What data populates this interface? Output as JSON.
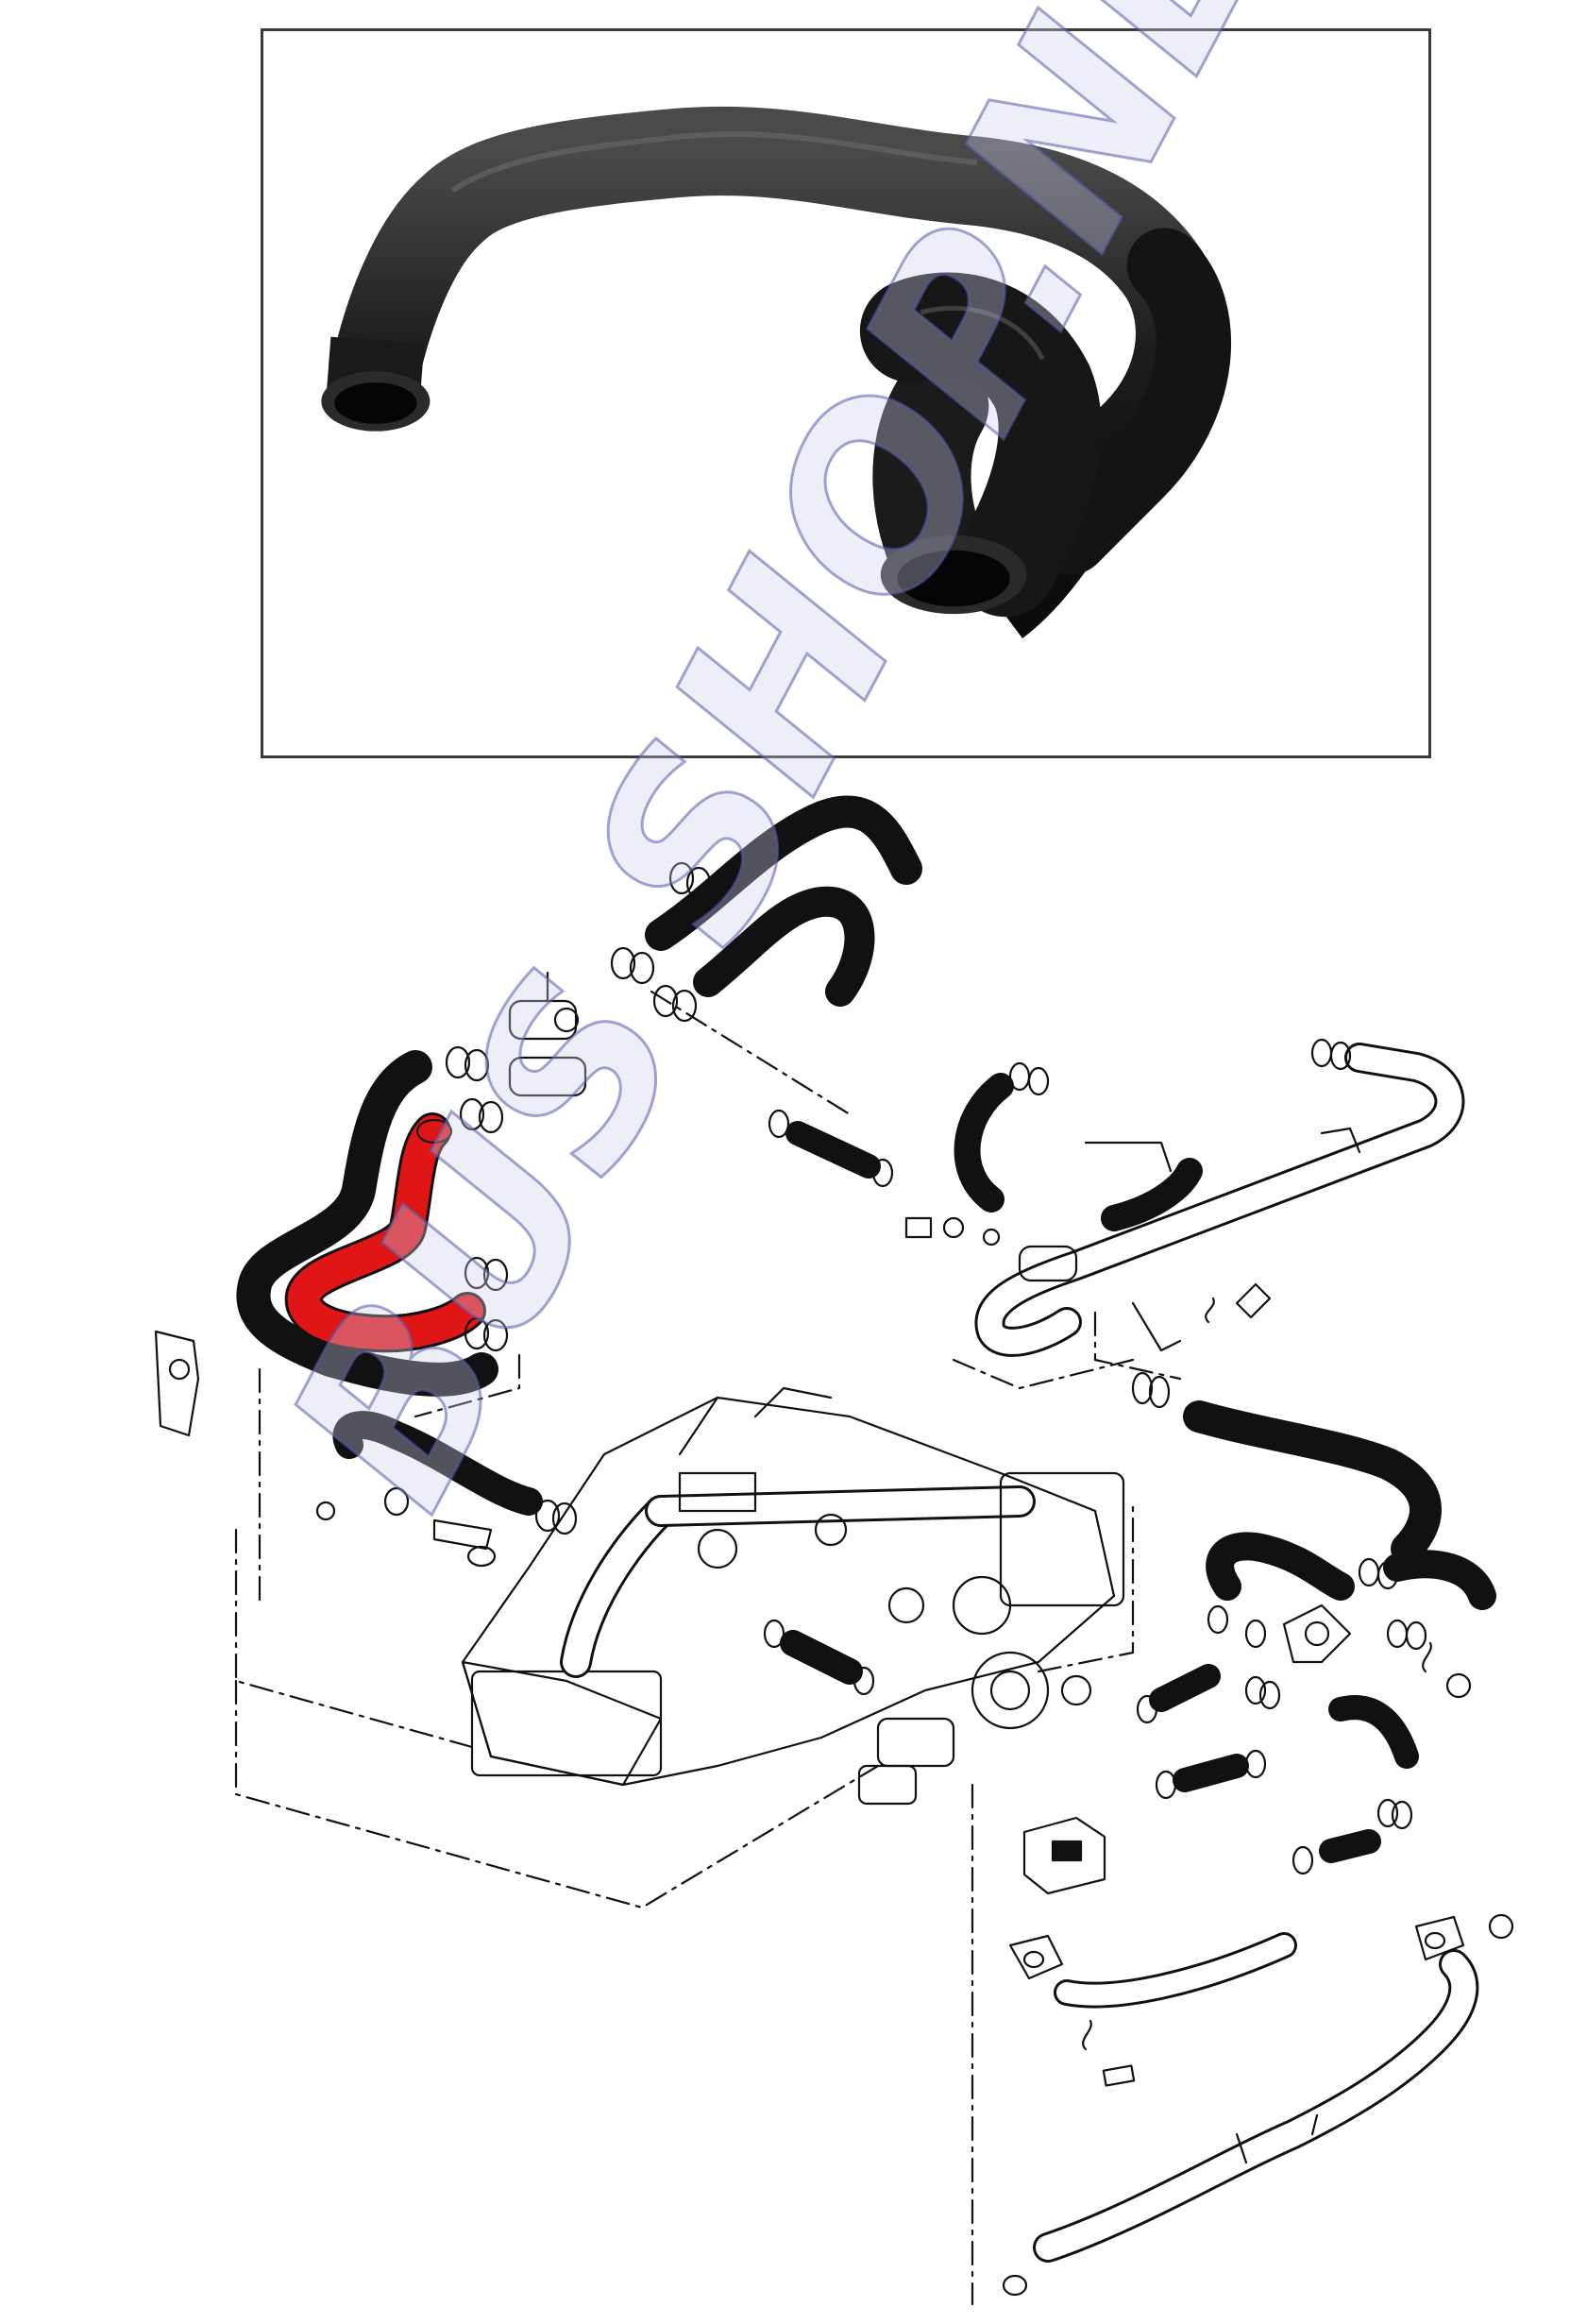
{
  "watermark": {
    "text": "BUS SHOP.NET",
    "fill_color": "#cdcdeb",
    "outline_color": "#5a5aaa"
  },
  "photo": {
    "subject": "black-coolant-hose-photo",
    "hose_color": "#1c1c1c"
  },
  "diagram": {
    "highlight_color": "#e01515",
    "line_color": "#111111",
    "highlighted_part": "coolant-hose"
  }
}
